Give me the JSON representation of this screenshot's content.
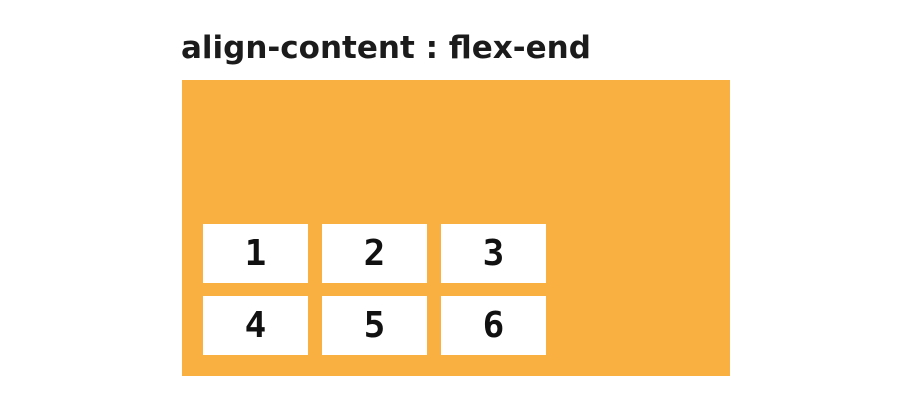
{
  "title": "align-content : flex-end",
  "flex_demo": {
    "container_color": "#F9B041",
    "item_color": "#FFFFFF",
    "text_color": "#1B1B1B",
    "rows": [
      {
        "items": [
          "1",
          "2",
          "3"
        ]
      },
      {
        "items": [
          "4",
          "5",
          "6"
        ]
      }
    ]
  }
}
